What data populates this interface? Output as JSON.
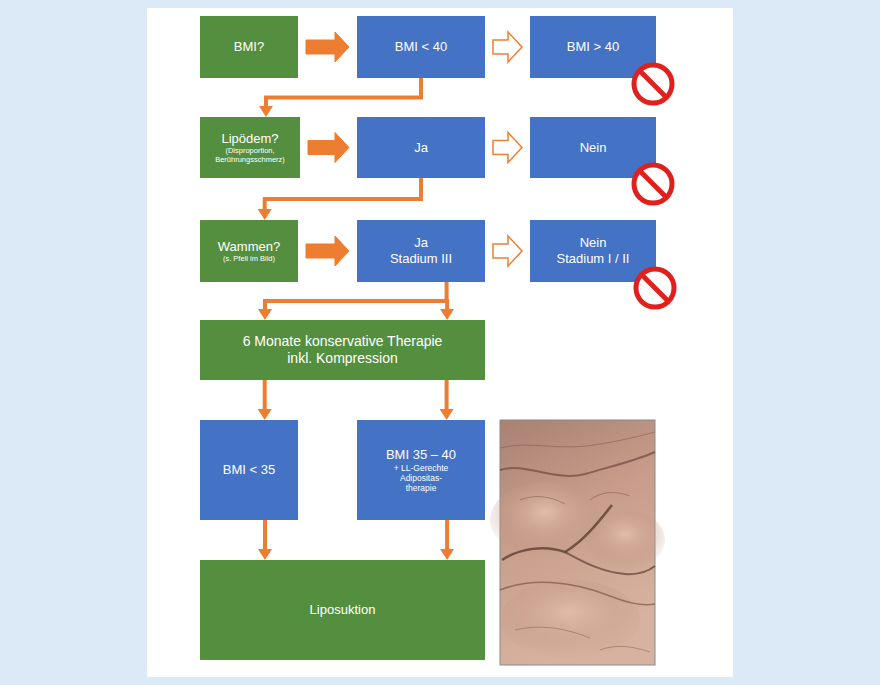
{
  "diagram": {
    "nodes": [
      {
        "text": [
          "BMI?"
        ]
      },
      {
        "text": [
          "BMI < 40"
        ]
      },
      {
        "text": [
          "BMI > 40"
        ]
      },
      {
        "text": [
          "Lipödem?",
          "(Disproportion, Berührungsschmerz)"
        ]
      },
      {
        "text": [
          "Ja"
        ]
      },
      {
        "text": [
          "Nein"
        ]
      },
      {
        "text": [
          "Wammen?",
          "(s. Pfeil im Bild)"
        ]
      },
      {
        "text": [
          "Ja",
          "Stadium III"
        ]
      },
      {
        "text": [
          "Nein",
          "Stadium I / II"
        ]
      },
      {
        "text": [
          "6 Monate konservative Therapie inkl. Kompression"
        ]
      },
      {
        "text": [
          "BMI < 35"
        ]
      },
      {
        "text": [
          "BMI 35 – 40",
          "+ LL-Gerechte Adipositas-therapie"
        ]
      },
      {
        "text": [
          "Liposuktion"
        ]
      }
    ],
    "edges": [
      {
        "from": 0,
        "to": 1,
        "arrow": "to"
      },
      {
        "from": 1,
        "to": 2,
        "arrow": "to"
      },
      {
        "from": 1,
        "to": 3,
        "arrow": "to"
      },
      {
        "from": 3,
        "to": 4,
        "arrow": "to"
      },
      {
        "from": 4,
        "to": 5,
        "arrow": "to"
      },
      {
        "from": 4,
        "to": 6,
        "arrow": "to"
      },
      {
        "from": 6,
        "to": 7,
        "arrow": "to"
      },
      {
        "from": 7,
        "to": 8,
        "arrow": "to"
      },
      {
        "from": 7,
        "to": 9,
        "arrow": "to"
      },
      {
        "from": 9,
        "to": 10,
        "arrow": "to"
      },
      {
        "from": 9,
        "to": 11,
        "arrow": "to"
      },
      {
        "from": 10,
        "to": 12,
        "arrow": "to"
      },
      {
        "from": 11,
        "to": 12,
        "arrow": "to"
      }
    ]
  }
}
